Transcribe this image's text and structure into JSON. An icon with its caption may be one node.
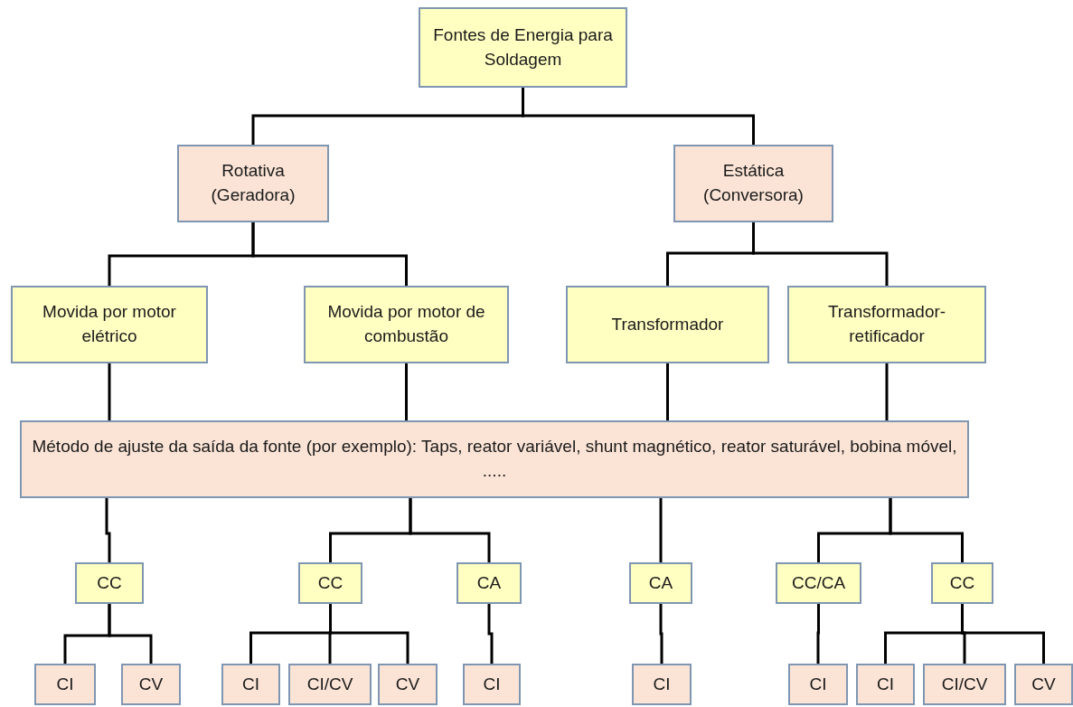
{
  "diagram": {
    "nodes": [
      {
        "text": [
          "Fontes de Energia para Soldagem"
        ]
      },
      {
        "text": [
          "Rotativa (Geradora)"
        ]
      },
      {
        "text": [
          "Estática (Conversora)"
        ]
      },
      {
        "text": [
          "Movida por motor elétrico"
        ]
      },
      {
        "text": [
          "Movida por motor de combustão"
        ]
      },
      {
        "text": [
          "Transformador"
        ]
      },
      {
        "text": [
          "Transformador-retificador"
        ]
      },
      {
        "text": [
          "Método de ajuste da saída da fonte (por exemplo): Taps, reator variável, shunt magnético, reator saturável, bobina móvel, ....."
        ]
      },
      {
        "text": [
          "CC"
        ]
      },
      {
        "text": [
          "CC"
        ]
      },
      {
        "text": [
          "CA"
        ]
      },
      {
        "text": [
          "CA"
        ]
      },
      {
        "text": [
          "CC/CA"
        ]
      },
      {
        "text": [
          "CC"
        ]
      },
      {
        "text": [
          "CI"
        ]
      },
      {
        "text": [
          "CV"
        ]
      },
      {
        "text": [
          "CI"
        ]
      },
      {
        "text": [
          "CI/CV"
        ]
      },
      {
        "text": [
          "CV"
        ]
      },
      {
        "text": [
          "CI"
        ]
      },
      {
        "text": [
          "CI"
        ]
      },
      {
        "text": [
          "CI"
        ]
      },
      {
        "text": [
          "CI"
        ]
      },
      {
        "text": [
          "CI/CV"
        ]
      },
      {
        "text": [
          "CV"
        ]
      }
    ],
    "edges": [
      {
        "from": 0,
        "to": 1,
        "arrow": "none"
      },
      {
        "from": 0,
        "to": 2,
        "arrow": "none"
      },
      {
        "from": 1,
        "to": 3,
        "arrow": "none"
      },
      {
        "from": 1,
        "to": 4,
        "arrow": "none"
      },
      {
        "from": 2,
        "to": 5,
        "arrow": "none"
      },
      {
        "from": 2,
        "to": 6,
        "arrow": "none"
      },
      {
        "from": 3,
        "to": 7,
        "arrow": "none"
      },
      {
        "from": 4,
        "to": 7,
        "arrow": "none"
      },
      {
        "from": 5,
        "to": 7,
        "arrow": "none"
      },
      {
        "from": 6,
        "to": 7,
        "arrow": "none"
      },
      {
        "from": 7,
        "to": 8,
        "arrow": "none"
      },
      {
        "from": 7,
        "to": 9,
        "arrow": "none"
      },
      {
        "from": 7,
        "to": 10,
        "arrow": "none"
      },
      {
        "from": 7,
        "to": 11,
        "arrow": "none"
      },
      {
        "from": 7,
        "to": 12,
        "arrow": "none"
      },
      {
        "from": 7,
        "to": 13,
        "arrow": "none"
      },
      {
        "from": 8,
        "to": 14,
        "arrow": "none"
      },
      {
        "from": 8,
        "to": 15,
        "arrow": "none"
      },
      {
        "from": 9,
        "to": 16,
        "arrow": "none"
      },
      {
        "from": 9,
        "to": 17,
        "arrow": "none"
      },
      {
        "from": 9,
        "to": 18,
        "arrow": "none"
      },
      {
        "from": 10,
        "to": 19,
        "arrow": "none"
      },
      {
        "from": 11,
        "to": 20,
        "arrow": "none"
      },
      {
        "from": 12,
        "to": 21,
        "arrow": "none"
      },
      {
        "from": 13,
        "to": 22,
        "arrow": "none"
      },
      {
        "from": 13,
        "to": 23,
        "arrow": "none"
      },
      {
        "from": 13,
        "to": 24,
        "arrow": "none"
      }
    ]
  }
}
